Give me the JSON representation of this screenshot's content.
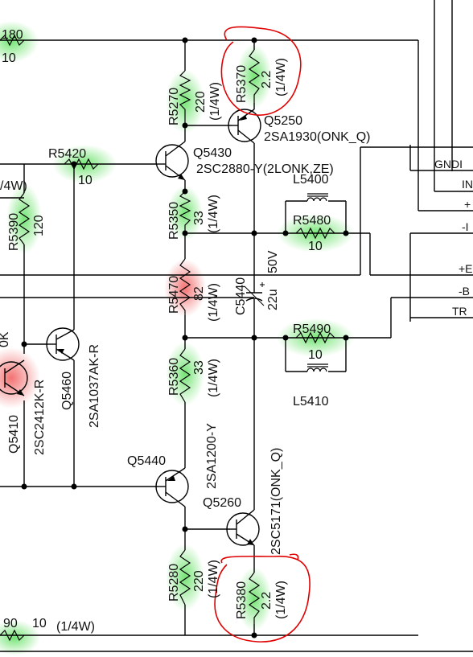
{
  "schematic": {
    "labels": {
      "r5180_partial": "180",
      "r5180_value": "10",
      "r5370_ref": "R5370",
      "r5370_value": "2.2",
      "r5370_rating": "(1/4W)",
      "r5270_ref": "R5270",
      "r5270_value": "220",
      "r5270_rating": "(1/4W)",
      "q5250_ref": "Q5250",
      "q5250_part": "2SA1930(ONK_Q)",
      "q5430_ref": "Q5430",
      "q5430_part": "2SC2880-Y(2LONK,ZE)",
      "r5420_ref": "R5420",
      "r5420_value": "10",
      "left_rating": "/4W)",
      "l5400_ref": "L5400",
      "r5390_ref": "R5390",
      "r5390_value": "120",
      "r5350_ref": "R5350",
      "r5350_value": "33",
      "r5350_rating": "(1/4W)",
      "r5480_ref": "R5480",
      "r5480_value": "10",
      "c5440_ref": "C5440",
      "c5440_value": "22u",
      "c5440_voltage": "50V",
      "r5470_ref": "R5470",
      "r5470_value": "82",
      "r5470_rating": "(1/4W)",
      "r5490_ref": "R5490",
      "r5490_value": "10",
      "l5410_ref": "L5410",
      "r5360_ref": "R5360",
      "r5360_value": "33",
      "r5360_rating": "(1/4W)",
      "q_left_partial": "0K",
      "q5410_ref": "Q5410",
      "q5410_part": "2SC2412K-R",
      "q5460_ref": "Q5460",
      "q5460_part": "2SA1037AK-R",
      "q5440_ref": "Q5440",
      "q5440_part": "2SA1200-Y",
      "q5260_ref": "Q5260",
      "q5260_part": "2SC5171(ONK_Q)",
      "r5280_ref": "R5280",
      "r5280_value": "220",
      "r5280_rating": "(1/4W)",
      "r5380_ref": "R5380",
      "r5380_value": "2.2",
      "r5380_rating": "(1/4W)",
      "bottom_ref_partial": "90",
      "bottom_value": "10",
      "bottom_rating": "(1/4W)"
    },
    "connector_pins": {
      "gnd": "GNDI",
      "in": "IN",
      "plus": "+",
      "minus": "-I",
      "plus_b": "+E",
      "minus_b": "-B",
      "tr": "TR"
    },
    "highlight_colors": {
      "green": "#6ee36e",
      "red": "#f26b6b",
      "ink": "#e00000"
    }
  }
}
